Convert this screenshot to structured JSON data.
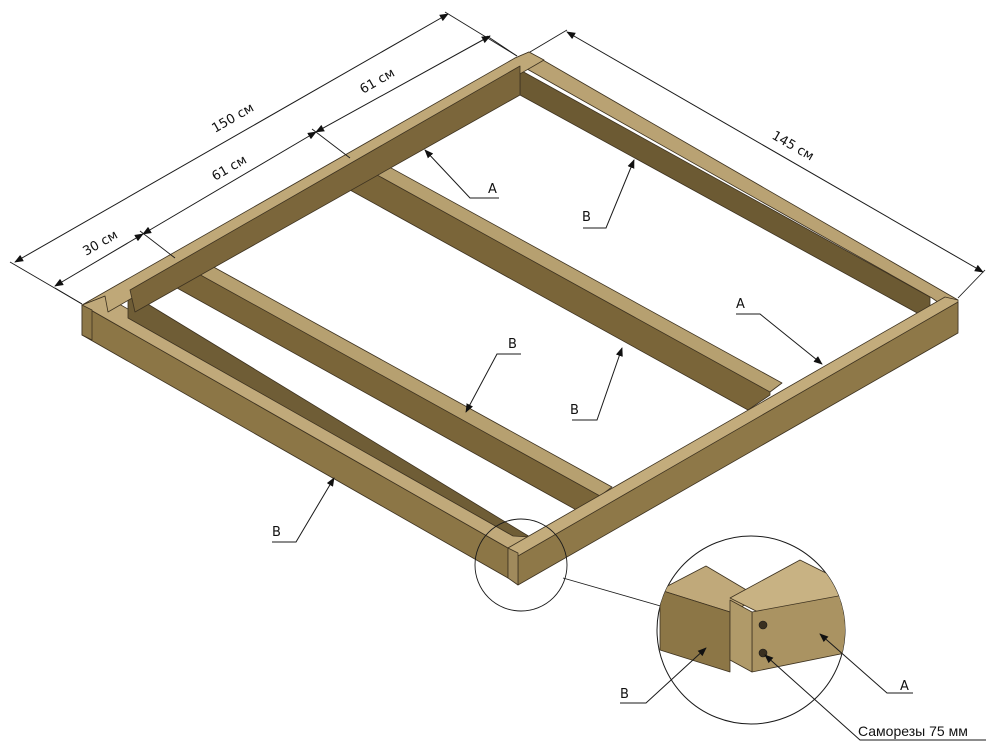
{
  "dimensions": {
    "total_length": "150 см",
    "segment_61_back": "61 см",
    "segment_61_mid": "61 см",
    "segment_30": "30 см",
    "side_length": "145 см"
  },
  "part_labels": {
    "back_rail": "A",
    "right_side": "B",
    "mid_joist_right": "B",
    "mid_joist_left": "B",
    "left_side": "B",
    "front_rail": "A",
    "detail_side": "B",
    "detail_front": "A"
  },
  "detail_note": "Саморезы 75 мм",
  "colors": {
    "wood_top": "#b9a273",
    "wood_side": "#8c7646",
    "wood_dark": "#6c5a33",
    "wood_end": "#a08a5c",
    "line": "#1a1a1a"
  }
}
